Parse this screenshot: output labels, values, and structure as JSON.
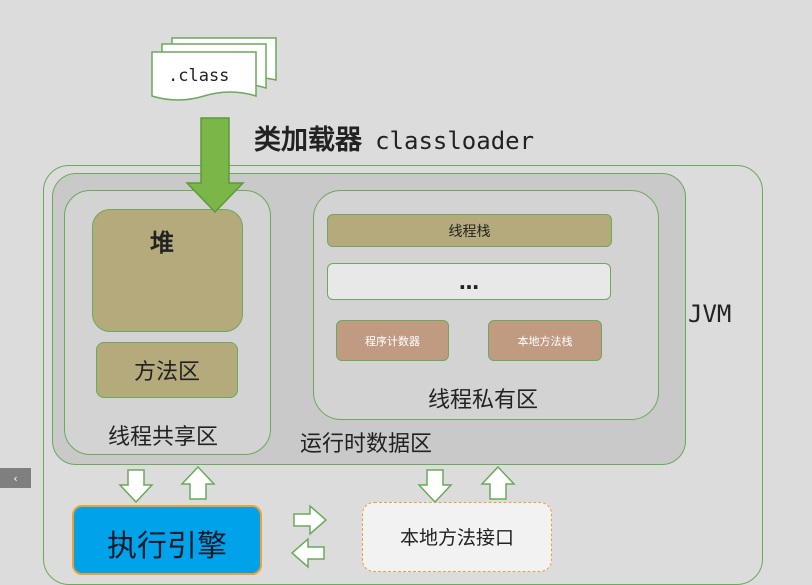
{
  "class_file": ".class",
  "classloader": {
    "cn": "类加载器",
    "en": "classloader"
  },
  "jvm_label": "JVM",
  "runtime_area_label": "运行时数据区",
  "shared_area": {
    "label": "线程共享区",
    "heap": "堆",
    "method_area": "方法区"
  },
  "private_area": {
    "label": "线程私有区",
    "thread_stack": "线程栈",
    "ellipsis": "…",
    "pc_register": "程序计数器",
    "native_stack": "本地方法栈"
  },
  "execution_engine": "执行引擎",
  "native_interface": "本地方法接口",
  "nav_tab": "‹",
  "colors": {
    "border_green": "#6aaa5a",
    "arrow_green": "#7ab648",
    "olive": "#b5aa7b",
    "salmon": "#c19a82",
    "blue": "#00a3ea",
    "orange": "#f0a030"
  }
}
